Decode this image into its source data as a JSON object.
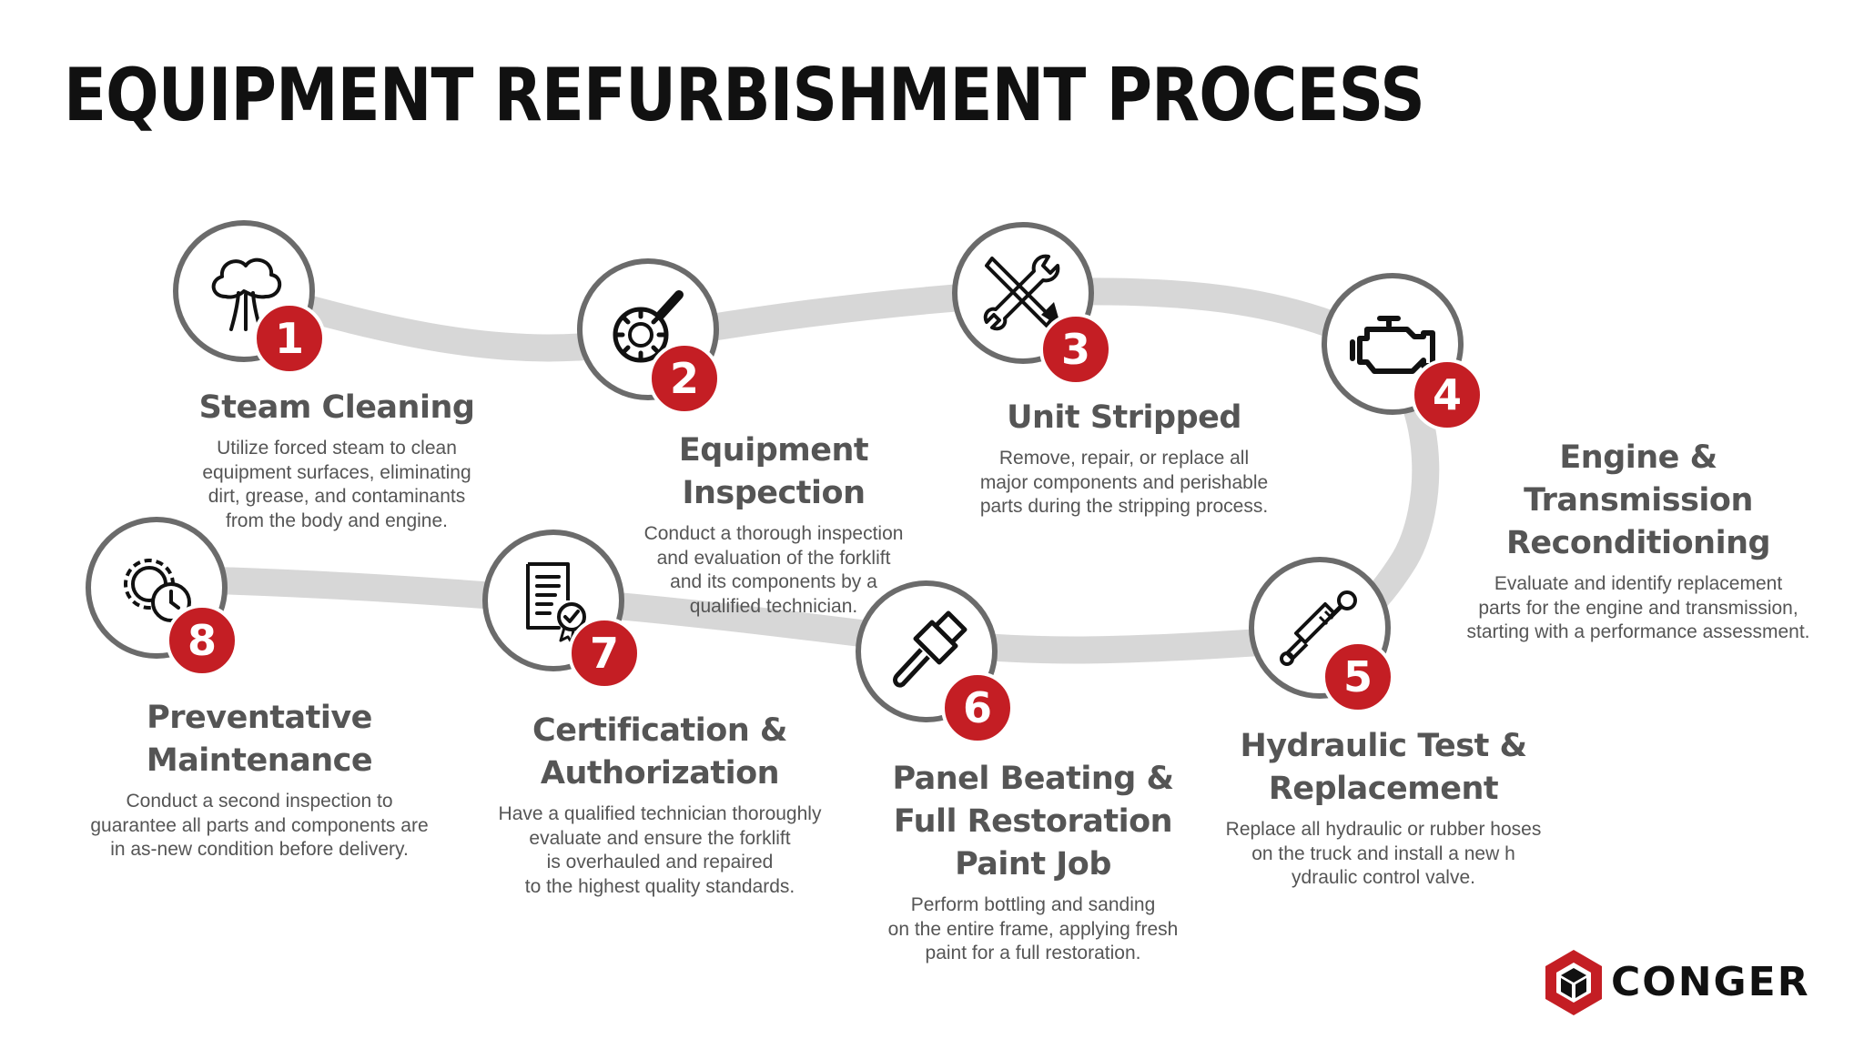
{
  "title": "EQUIPMENT REFURBISHMENT PROCESS",
  "colors": {
    "accent": "#c41e24",
    "path": "#d7d7d7",
    "ring": "#6b6b6b",
    "text": "#555555",
    "title": "#111111"
  },
  "steps": [
    {
      "number": "1",
      "icon": "steam-icon",
      "title": "Steam Cleaning",
      "description": "Utilize forced steam to clean\nequipment surfaces, eliminating\ndirt, grease, and contaminants\nfrom the body and engine."
    },
    {
      "number": "2",
      "icon": "magnifier-gear-icon",
      "title": "Equipment Inspection",
      "description": "Conduct a thorough inspection\nand evaluation of the forklift\nand its components by a\nqualified technician."
    },
    {
      "number": "3",
      "icon": "tools-icon",
      "title": "Unit Stripped",
      "description": "Remove, repair, or replace all\nmajor components and perishable\nparts during the stripping process."
    },
    {
      "number": "4",
      "icon": "engine-icon",
      "title": "Engine & Transmission\nReconditioning",
      "description": "Evaluate and identify replacement\nparts for the engine and transmission,\nstarting with a performance assessment."
    },
    {
      "number": "5",
      "icon": "hydraulic-cylinder-icon",
      "title": "Hydraulic Test &\nReplacement",
      "description": "Replace all hydraulic or rubber hoses\non the truck and install a new h\nydraulic control valve."
    },
    {
      "number": "6",
      "icon": "paint-brush-icon",
      "title": "Panel Beating &\nFull Restoration\nPaint Job",
      "description": "Perform bottling and sanding\non the entire frame, applying fresh\npaint for a full restoration."
    },
    {
      "number": "7",
      "icon": "certificate-icon",
      "title": "Certification &\nAuthorization",
      "description": "Have a qualified technician thoroughly\nevaluate and ensure the forklift\nis overhauled and repaired\nto the highest quality standards."
    },
    {
      "number": "8",
      "icon": "gear-clock-icon",
      "title": "Preventative Maintenance",
      "description": "Conduct a second inspection to\nguarantee all parts and components are\nin as-new condition before delivery."
    }
  ],
  "brand": {
    "name": "CONGER",
    "icon": "conger-cube-icon"
  }
}
